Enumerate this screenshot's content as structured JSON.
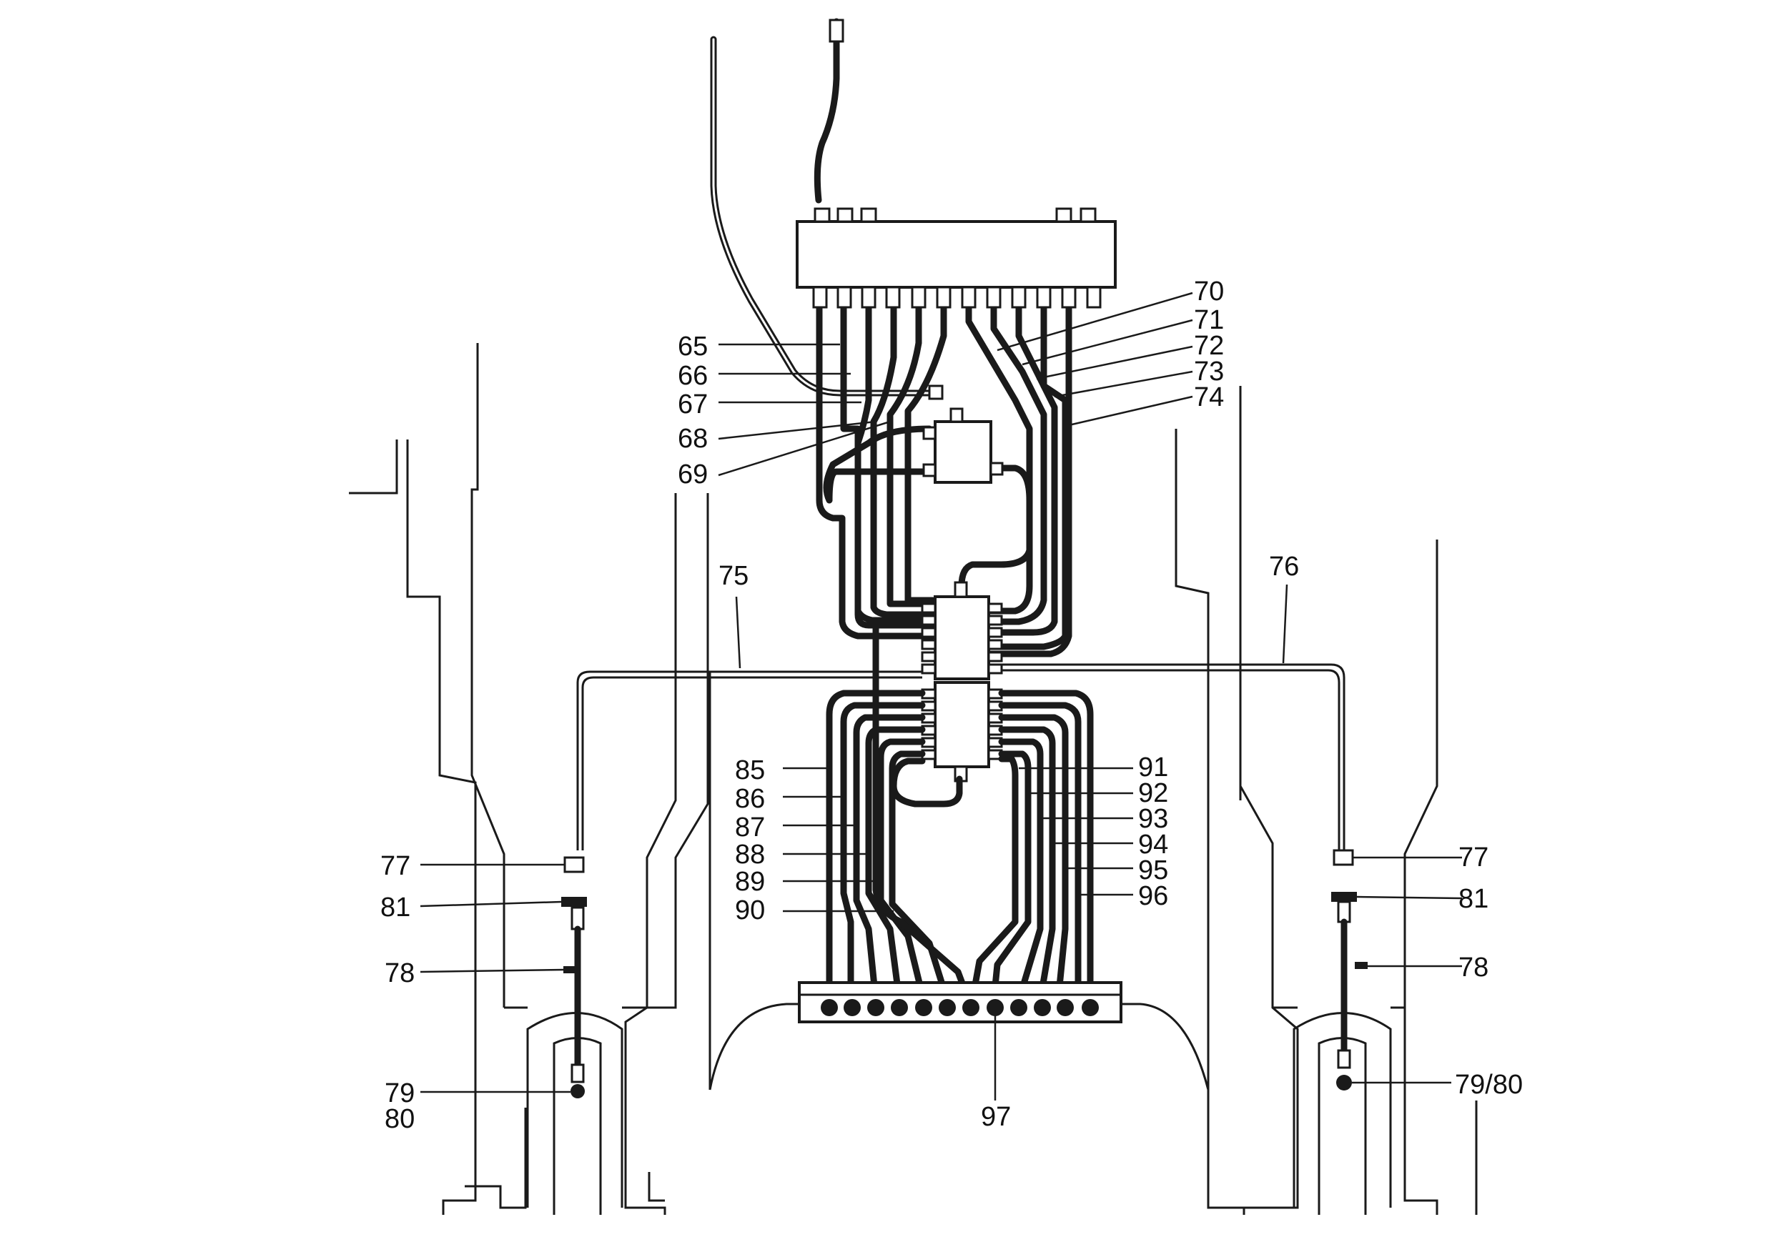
{
  "callouts": [
    {
      "id": "c65",
      "text": "65"
    },
    {
      "id": "c66",
      "text": "66"
    },
    {
      "id": "c67",
      "text": "67"
    },
    {
      "id": "c68",
      "text": "68"
    },
    {
      "id": "c69",
      "text": "69"
    },
    {
      "id": "c70",
      "text": "70"
    },
    {
      "id": "c71",
      "text": "71"
    },
    {
      "id": "c72",
      "text": "72"
    },
    {
      "id": "c73",
      "text": "73"
    },
    {
      "id": "c74",
      "text": "74"
    },
    {
      "id": "c75",
      "text": "75"
    },
    {
      "id": "c76",
      "text": "76"
    },
    {
      "id": "c77l",
      "text": "77"
    },
    {
      "id": "c81l",
      "text": "81"
    },
    {
      "id": "c78l",
      "text": "78"
    },
    {
      "id": "c79",
      "text": "79"
    },
    {
      "id": "c80",
      "text": "80"
    },
    {
      "id": "c77r",
      "text": "77"
    },
    {
      "id": "c81r",
      "text": "81"
    },
    {
      "id": "c78r",
      "text": "78"
    },
    {
      "id": "c7980",
      "text": "79/80"
    },
    {
      "id": "c85",
      "text": "85"
    },
    {
      "id": "c86",
      "text": "86"
    },
    {
      "id": "c87",
      "text": "87"
    },
    {
      "id": "c88",
      "text": "88"
    },
    {
      "id": "c89",
      "text": "89"
    },
    {
      "id": "c90",
      "text": "90"
    },
    {
      "id": "c91",
      "text": "91"
    },
    {
      "id": "c92",
      "text": "92"
    },
    {
      "id": "c93",
      "text": "93"
    },
    {
      "id": "c94",
      "text": "94"
    },
    {
      "id": "c95",
      "text": "95"
    },
    {
      "id": "c96",
      "text": "96"
    },
    {
      "id": "c97",
      "text": "97"
    }
  ]
}
